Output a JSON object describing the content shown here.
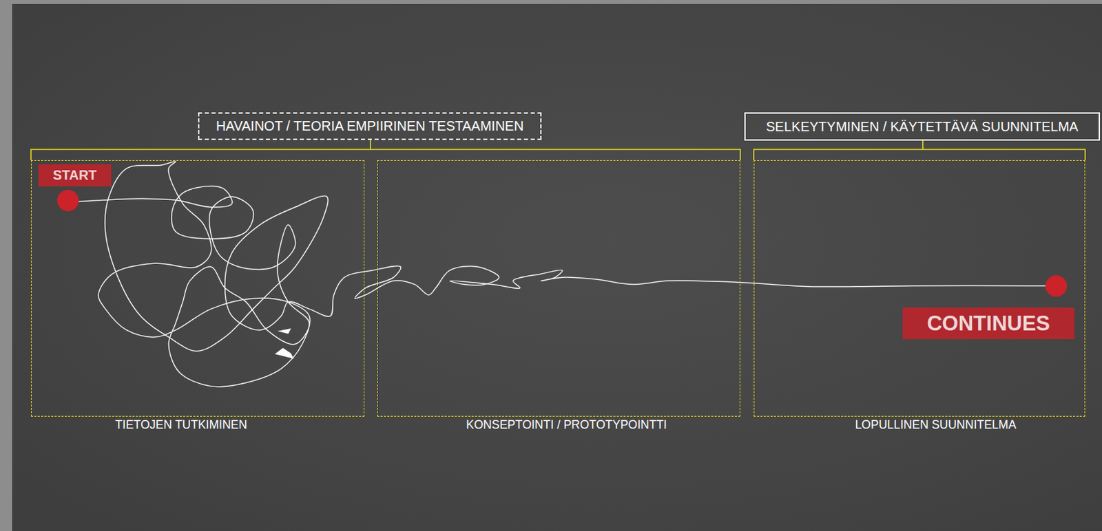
{
  "diagram": {
    "nodes": [
      {
        "text": [
          "HAVAINOT / TEORIA EMPIIRINEN TESTAAMINEN"
        ]
      },
      {
        "text": [
          "SELKEYTYMINEN / KÄYTETTÄVÄ SUUNNITELMA"
        ]
      },
      {
        "text": [
          "TIETOJEN TUTKIMINEN"
        ]
      },
      {
        "text": [
          "START"
        ],
        "in": 2
      },
      {
        "text": [
          "KONSEPTOINTI / PROTOTYPOINTTI"
        ]
      },
      {
        "text": [
          "LOPULLINEN SUUNNITELMA"
        ]
      },
      {
        "text": [
          "CONTINUES"
        ],
        "in": 5
      }
    ]
  }
}
